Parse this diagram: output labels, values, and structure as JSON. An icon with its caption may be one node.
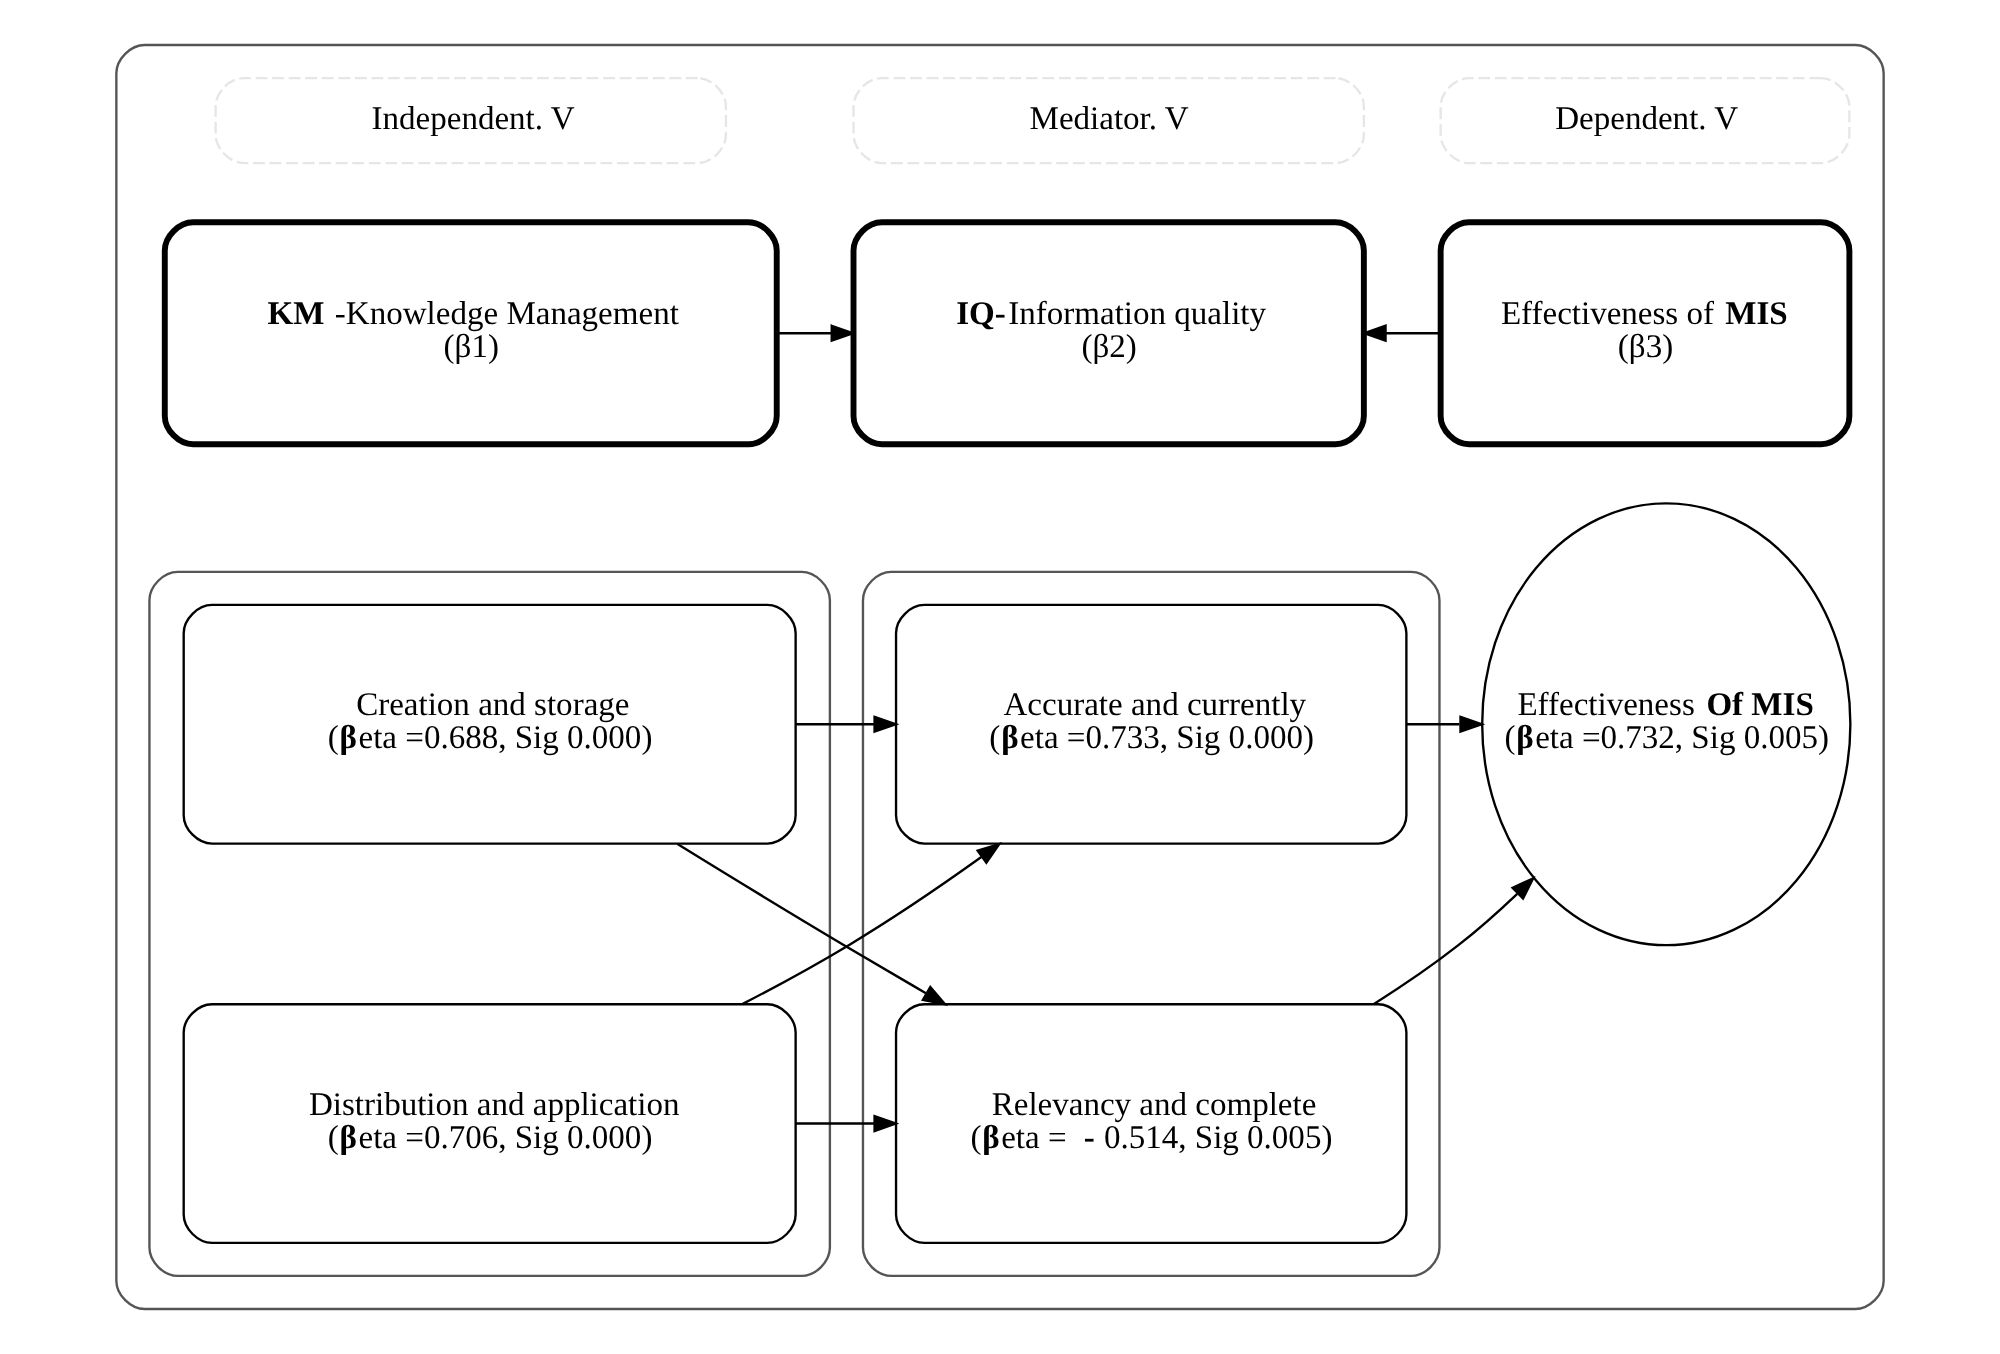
{
  "diagram": {
    "nodes": [
      {
        "text": [],
        "shape": "box"
      },
      {
        "text": [
          "Independent. V"
        ],
        "in": 0
      },
      {
        "text": [
          "Mediator. V"
        ],
        "in": 0
      },
      {
        "text": [
          "Dependent. V"
        ],
        "in": 0
      },
      {
        "text": [
          "**KM** -Knowledge Management",
          "(β1)"
        ],
        "in": 0
      },
      {
        "text": [
          "**IQ-**Information quality",
          "(β2)"
        ],
        "in": 0
      },
      {
        "text": [
          "Effectiveness of **MIS**",
          "(β3)"
        ],
        "in": 0
      },
      {
        "text": [],
        "shape": "box",
        "in": 0
      },
      {
        "text": [
          "Creation and storage",
          "(**β**eta =0.688, Sig 0.000)"
        ],
        "in": 7
      },
      {
        "text": [
          "Distribution and application",
          "(**β**eta =0.706, Sig 0.000)"
        ],
        "in": 7
      },
      {
        "text": [],
        "shape": "box",
        "in": 0
      },
      {
        "text": [
          "Accurate and currently",
          "(**β**eta =0.733, Sig 0.000)"
        ],
        "in": 10
      },
      {
        "text": [
          "Relevancy and complete",
          "(**β**eta = **-** 0.514, Sig 0.005)"
        ],
        "in": 10
      },
      {
        "text": [
          "Effectiveness **Of MIS**",
          "(**β**eta =0.732, Sig 0.005)"
        ],
        "in": 0
      }
    ],
    "edges": [
      {
        "from": 4,
        "to": 5,
        "arrow": "to"
      },
      {
        "from": 6,
        "to": 5,
        "arrow": "to"
      },
      {
        "from": 8,
        "to": 11,
        "arrow": "to"
      },
      {
        "from": 8,
        "to": 12,
        "arrow": "to"
      },
      {
        "from": 9,
        "to": 11,
        "arrow": "to"
      },
      {
        "from": 9,
        "to": 12,
        "arrow": "to"
      },
      {
        "from": 11,
        "to": 13,
        "arrow": "to"
      },
      {
        "from": 12,
        "to": 13,
        "arrow": "to"
      }
    ]
  }
}
